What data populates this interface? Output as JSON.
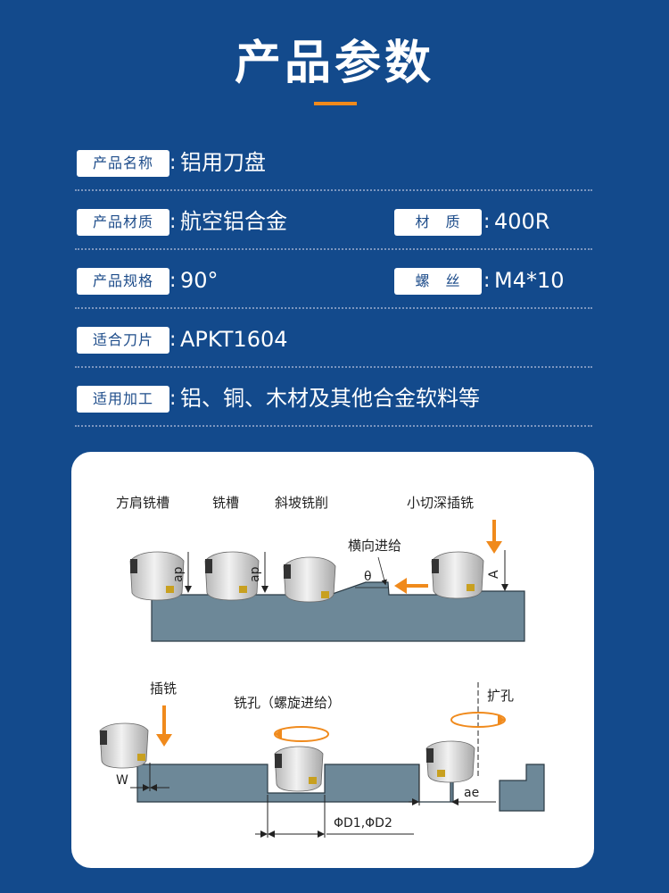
{
  "page": {
    "title": "产品参数"
  },
  "specs": {
    "name_label": "产品名称",
    "name_value": "铝用刀盘",
    "material_label": "产品材质",
    "material_value": "航空铝合金",
    "insert_material_label": "材　质",
    "insert_material_value": "400R",
    "spec_label": "产品规格",
    "spec_value": "90°",
    "screw_label": "螺　丝",
    "screw_value": "M4*10",
    "insert_label": "适合刀片",
    "insert_value": "APKT1604",
    "usage_label": "适用加工",
    "usage_value": "铝、铜、木材及其他合金软料等",
    "colon": ":"
  },
  "diagram": {
    "top": {
      "labels": [
        "方肩铣槽",
        "铣槽",
        "斜坡铣削",
        "小切深插铣"
      ],
      "feed_label": "横向进给",
      "ap_label": "ap",
      "theta_label": "θ",
      "a_label": "A"
    },
    "bottom": {
      "plunge_label": "插铣",
      "helical_label": "铣孔（螺旋进给）",
      "expand_label": "扩孔",
      "w_label": "W",
      "ae_label": "ae",
      "d_label": "ΦD1,ΦD2"
    },
    "colors": {
      "workpiece": "#6d8898",
      "arrow": "#f08a1c",
      "cutter_body": "#d9d9d9",
      "insert": "#c8a020"
    }
  }
}
